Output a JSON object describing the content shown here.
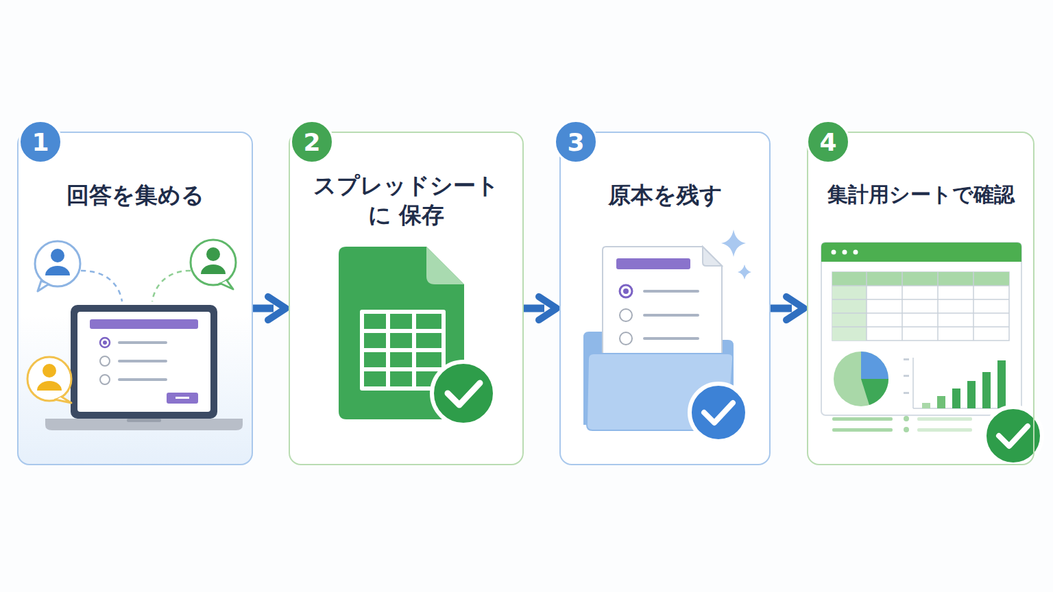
{
  "diagram": {
    "nodes": [
      {
        "text": [
          "回答を集める"
        ]
      },
      {
        "text": [
          "1"
        ],
        "in": 0
      },
      {
        "text": [
          "スプレッドシートに 保存"
        ]
      },
      {
        "text": [
          "2"
        ],
        "in": 2
      },
      {
        "text": [
          "原本を残す"
        ]
      },
      {
        "text": [
          "3"
        ],
        "in": 4
      },
      {
        "text": [
          "集計用シートで確認"
        ]
      },
      {
        "text": [
          "4"
        ],
        "in": 6
      }
    ],
    "edges": [
      {
        "from": 0,
        "to": 2,
        "arrow": "to"
      },
      {
        "from": 2,
        "to": 4,
        "arrow": "to"
      },
      {
        "from": 4,
        "to": 6,
        "arrow": "to"
      }
    ]
  }
}
